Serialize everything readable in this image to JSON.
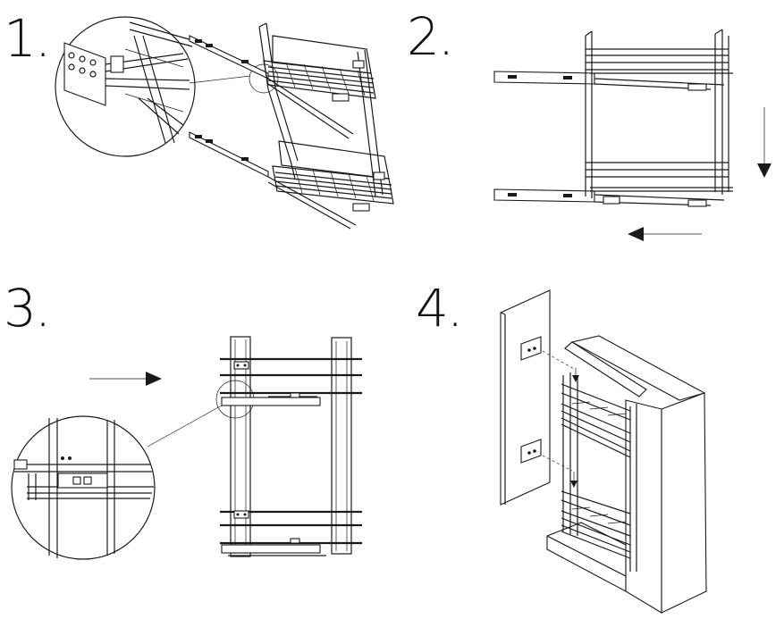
{
  "steps": [
    {
      "number": "1."
    },
    {
      "number": "2."
    },
    {
      "number": "3."
    },
    {
      "number": "4."
    }
  ],
  "icons": {
    "down_arrow": "down-arrow-icon",
    "left_arrow": "left-arrow-icon",
    "right_arrow": "right-arrow-icon"
  },
  "colors": {
    "line": "#1a1a1a",
    "background": "#ffffff",
    "panel": "#e6e6e6"
  }
}
